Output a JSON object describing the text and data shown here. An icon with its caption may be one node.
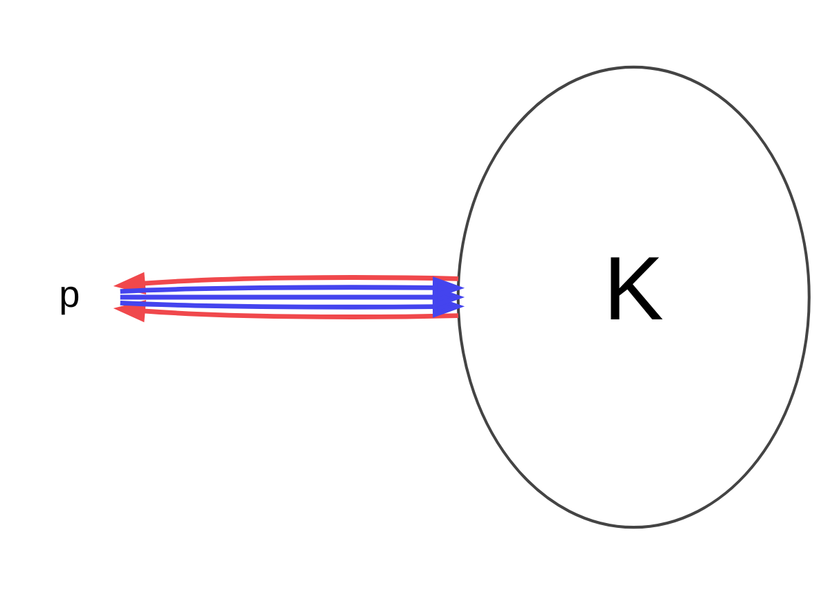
{
  "diagram": {
    "nodes": [
      {
        "text": [
          "K"
        ]
      },
      {
        "text": [
          "p"
        ]
      }
    ],
    "edges": [
      {
        "from": 0,
        "to": 1,
        "arrow": "to",
        "color": "#f0484c"
      },
      {
        "from": 1,
        "to": 0,
        "arrow": "to"
      },
      {
        "from": 1,
        "to": 0,
        "arrow": "to"
      },
      {
        "from": 1,
        "to": 0,
        "arrow": "to"
      },
      {
        "from": 0,
        "to": 1,
        "arrow": "to",
        "color": "#f0484c"
      }
    ]
  }
}
